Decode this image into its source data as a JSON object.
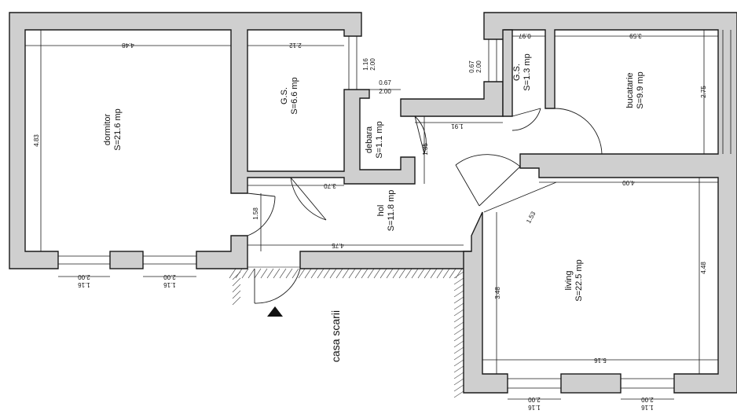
{
  "rooms": {
    "dormitor": {
      "name": "dormitor",
      "area": "S=21.6 mp"
    },
    "gs_big": {
      "name": "G.S.",
      "area": "S=6.6 mp"
    },
    "debara": {
      "name": "debara",
      "area": "S=1.1 mp"
    },
    "gs_small": {
      "name": "G.S.",
      "area": "S=1.3 mp"
    },
    "bucatarie": {
      "name": "bucatarie",
      "area": "S=9.9 mp"
    },
    "hol": {
      "name": "hol",
      "area": "S=11.8 mp"
    },
    "living": {
      "name": "living",
      "area": "S=22.5 mp"
    }
  },
  "labels": {
    "staircase": "casa scarii"
  },
  "dimensions": {
    "dorm_width": "4.48",
    "dorm_height": "4.83",
    "gs_width": "2.12",
    "gs_window_w": "1.16",
    "gs_window_h": "2.00",
    "debara_door_w": "0.67",
    "debara_door_h": "2.00",
    "debara_h": "1.35",
    "hall_segment": "1.91",
    "hall_width": "3.70",
    "hall_entry": "1.58",
    "hall_bottom": "4.75",
    "living_diag": "1.53",
    "gs2_width": "0.97",
    "gs2_window_w": "0.67",
    "gs2_window_h": "2.00",
    "kitchen_width": "3.59",
    "kitchen_height": "2.75",
    "living_top": "4.00",
    "living_right": "4.48",
    "living_left": "3.48",
    "living_bottom": "5.16",
    "dorm_win1_w": "2.00",
    "dorm_win1_h": "1.16",
    "dorm_win2_w": "2.00",
    "dorm_win2_h": "1.16",
    "living_win1_w": "2.00",
    "living_win1_h": "1.16",
    "living_win2_w": "2.00",
    "living_win2_h": "1.16"
  }
}
